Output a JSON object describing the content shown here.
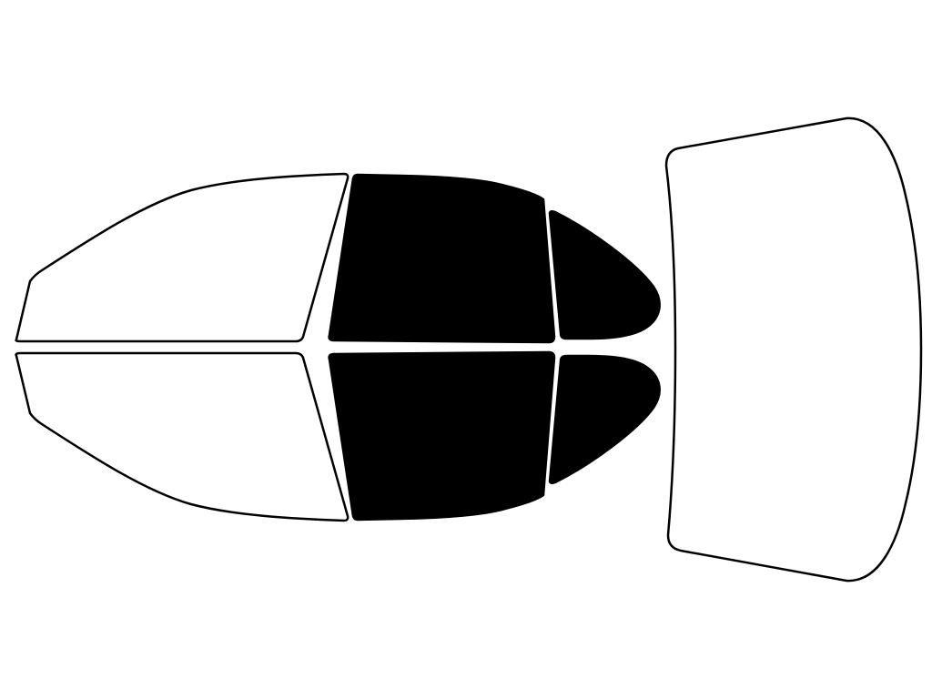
{
  "colors": {
    "background": "#ffffff",
    "outline": "#000000",
    "tinted": "#000000",
    "clear": "#ffffff"
  },
  "windows": [
    {
      "id": "front-driver-window",
      "tinted": false
    },
    {
      "id": "front-passenger-window",
      "tinted": false
    },
    {
      "id": "rear-driver-window",
      "tinted": true
    },
    {
      "id": "rear-passenger-window",
      "tinted": true
    },
    {
      "id": "rear-quarter-driver-window",
      "tinted": true
    },
    {
      "id": "rear-quarter-passenger-window",
      "tinted": true
    },
    {
      "id": "rear-windshield",
      "tinted": false
    }
  ]
}
